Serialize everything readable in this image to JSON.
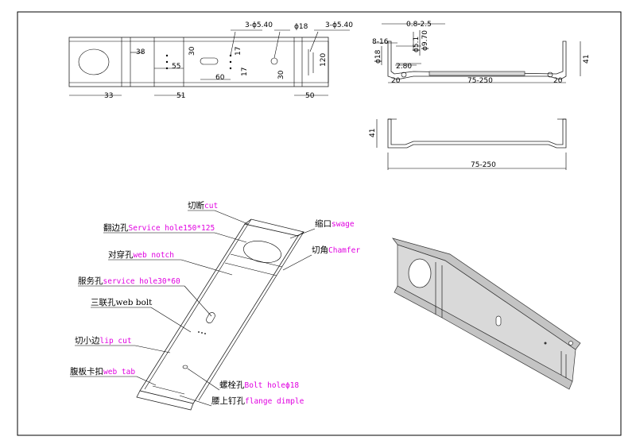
{
  "drawing": {
    "dimensions": {
      "top_view": {
        "hole_3x540_left": "3-ϕ5.40",
        "hole_18": "ϕ18",
        "hole_3x540_right": "3-ϕ5.40",
        "d38": "38",
        "d55": "55",
        "d30a": "30",
        "d17a": "17",
        "d60": "60",
        "d17b": "17",
        "d30b": "30",
        "d120": "120",
        "d33": "33",
        "d51": "51",
        "d50": "50"
      },
      "side_view": {
        "thickness": "0.8-2.5",
        "d8_16": "8-16",
        "d18": "ϕ18",
        "d51": "ϕ5.1",
        "d970": "ϕ9.70",
        "d280": "2.80",
        "d41": "41",
        "d20_left": "20",
        "d75_250": "75-250",
        "d20_right": "20"
      },
      "section_view": {
        "d41": "41",
        "d75_250": "75-250"
      }
    },
    "callouts": [
      {
        "cn": "切断",
        "en": "cut"
      },
      {
        "cn": "翻边孔",
        "en": "Service hole150*125"
      },
      {
        "cn": "对穿孔",
        "en": "web notch"
      },
      {
        "cn": "服务孔",
        "en": "service hole30*60"
      },
      {
        "cn": "三联孔",
        "en": "web bolt",
        "en_plain": true
      },
      {
        "cn": "切小边",
        "en": "lip cut"
      },
      {
        "cn": "腹板卡扣",
        "en": "web tab"
      },
      {
        "cn": "缩口",
        "en": "swage"
      },
      {
        "cn": "切角",
        "en": "Chamfer"
      },
      {
        "cn": "螺栓孔",
        "en": "Bolt holeϕ18"
      },
      {
        "cn": "腰上钉孔",
        "en": "flange dimple"
      }
    ]
  }
}
